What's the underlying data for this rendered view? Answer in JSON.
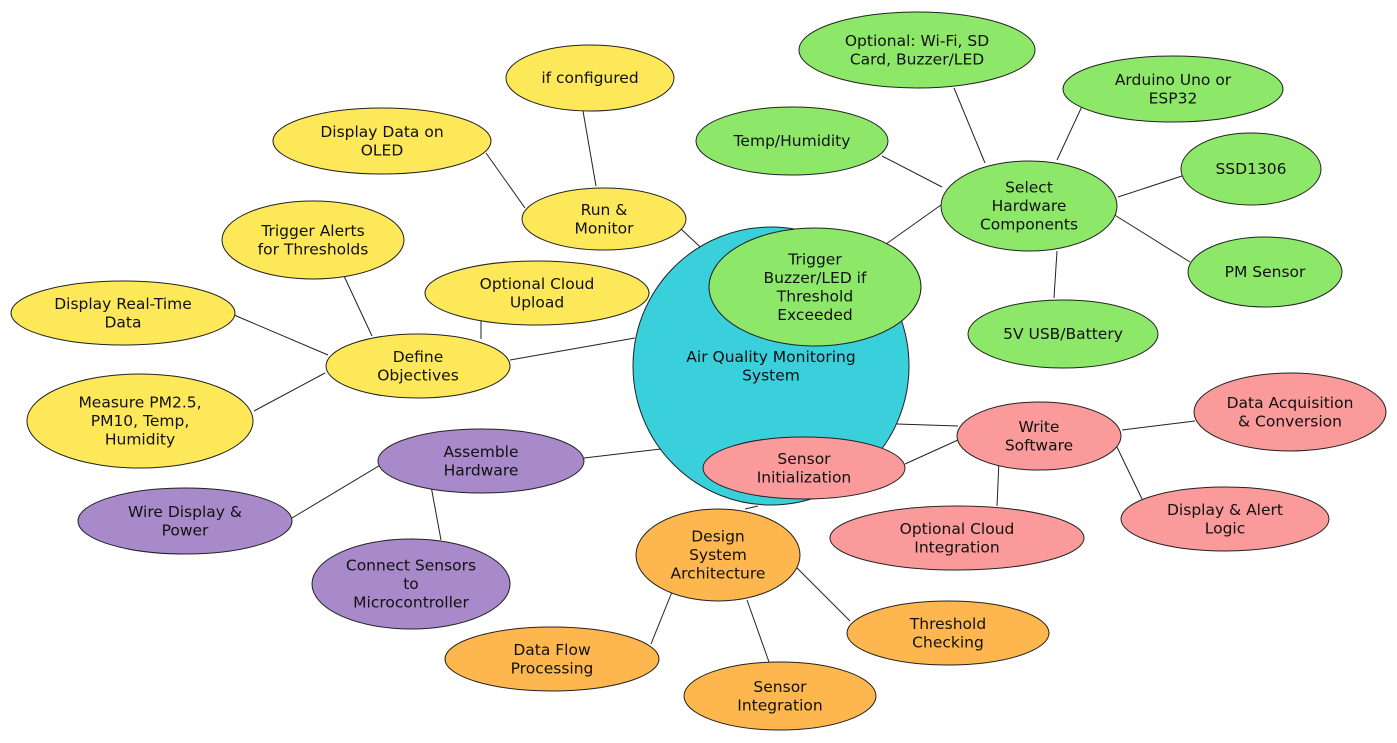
{
  "colors": {
    "center": "#39cfdb",
    "objectives": "#fde85a",
    "hardware_select": "#8de86a",
    "software": "#fb9a9a",
    "assembly": "#a889c9",
    "architecture": "#fdb74e",
    "edge": "#222222"
  },
  "mindmap": {
    "center": {
      "lines": [
        "Air Quality Monitoring",
        "System"
      ]
    },
    "branches": [
      {
        "id": "define-objectives",
        "color": "objectives",
        "lines": [
          "Define",
          "Objectives"
        ],
        "children": [
          {
            "id": "display-real-time-data",
            "lines": [
              "Display Real-Time",
              "Data"
            ]
          },
          {
            "id": "trigger-alerts-for-thresholds",
            "lines": [
              "Trigger Alerts",
              "for Thresholds"
            ]
          },
          {
            "id": "optional-cloud-upload",
            "lines": [
              "Optional Cloud",
              "Upload"
            ]
          },
          {
            "id": "measure-pm",
            "lines": [
              "Measure PM2.5,",
              "PM10, Temp,",
              "Humidity"
            ]
          }
        ]
      },
      {
        "id": "run-and-monitor",
        "color": "objectives",
        "lines": [
          "Run &",
          "Monitor"
        ],
        "children": [
          {
            "id": "if-configured",
            "lines": [
              "if configured"
            ]
          },
          {
            "id": "display-data-on-oled",
            "lines": [
              "Display Data on",
              "OLED"
            ]
          }
        ]
      },
      {
        "id": "select-hardware-components",
        "color": "hardware_select",
        "lines": [
          "Select",
          "Hardware",
          "Components"
        ],
        "children": [
          {
            "id": "optional-wifi-sd",
            "lines": [
              "Optional: Wi-Fi, SD",
              "Card, Buzzer/LED"
            ]
          },
          {
            "id": "arduino-uno-esp32",
            "lines": [
              "Arduino Uno or",
              "ESP32"
            ]
          },
          {
            "id": "temp-humidity",
            "lines": [
              "Temp/Humidity"
            ]
          },
          {
            "id": "ssd1306",
            "lines": [
              "SSD1306"
            ]
          },
          {
            "id": "pm-sensor",
            "lines": [
              "PM Sensor"
            ]
          },
          {
            "id": "5v-usb-battery",
            "lines": [
              "5V USB/Battery"
            ]
          },
          {
            "id": "trigger-buzzer-led",
            "lines": [
              "Trigger",
              "Buzzer/LED if",
              "Threshold",
              "Exceeded"
            ]
          }
        ]
      },
      {
        "id": "write-software",
        "color": "software",
        "lines": [
          "Write",
          "Software"
        ],
        "children": [
          {
            "id": "data-acquisition",
            "lines": [
              "Data Acquisition",
              "& Conversion"
            ]
          },
          {
            "id": "sensor-initialization",
            "lines": [
              "Sensor",
              "Initialization"
            ]
          },
          {
            "id": "display-alert-logic",
            "lines": [
              "Display & Alert",
              "Logic"
            ]
          },
          {
            "id": "optional-cloud-integration",
            "lines": [
              "Optional Cloud",
              "Integration"
            ]
          }
        ]
      },
      {
        "id": "assemble-hardware",
        "color": "assembly",
        "lines": [
          "Assemble",
          "Hardware"
        ],
        "children": [
          {
            "id": "wire-display-power",
            "lines": [
              "Wire Display &",
              "Power"
            ]
          },
          {
            "id": "connect-sensors",
            "lines": [
              "Connect Sensors",
              "to",
              "Microcontroller"
            ]
          }
        ]
      },
      {
        "id": "design-system-architecture",
        "color": "architecture",
        "lines": [
          "Design",
          "System",
          "Architecture"
        ],
        "children": [
          {
            "id": "data-flow-processing",
            "lines": [
              "Data Flow",
              "Processing"
            ]
          },
          {
            "id": "sensor-integration",
            "lines": [
              "Sensor",
              "Integration"
            ]
          },
          {
            "id": "threshold-checking",
            "lines": [
              "Threshold",
              "Checking"
            ]
          }
        ]
      }
    ]
  }
}
